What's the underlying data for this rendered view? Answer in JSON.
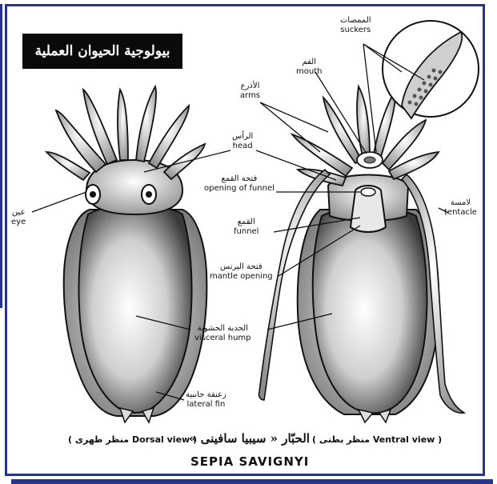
{
  "header": {
    "title": "بيولوجية الحيوان العملية"
  },
  "labels": {
    "suckers": {
      "ar": "الممصات",
      "en": "suckers"
    },
    "mouth": {
      "ar": "الفم",
      "en": "mouth"
    },
    "arms": {
      "ar": "الأذرع",
      "en": "arms"
    },
    "head": {
      "ar": "الرأس",
      "en": "head"
    },
    "eye": {
      "ar": "عين",
      "en": "eye"
    },
    "opening_of_funnel": {
      "ar": "فتحة القمع",
      "en": "opening of funnel"
    },
    "tentacle": {
      "ar": "لامسة",
      "en": "tentacle"
    },
    "funnel": {
      "ar": "القمع",
      "en": "funnel"
    },
    "mantle_opening": {
      "ar": "فتحة البرنس",
      "en": "mantle opening"
    },
    "visceral_hump": {
      "ar": "الحدبة الحشوية",
      "en": "visceral hump"
    },
    "lateral_fin": {
      "ar": "زعنفة جانبية",
      "en": "lateral fin"
    }
  },
  "caption": {
    "ventral": "( منظر بطنى Ventral view )",
    "species_ar": "الحبّار « سيبيا سافينى »",
    "dorsal": "( منظر ظهرى Dorsal view )",
    "species_en": "SEPIA SAVIGNYI"
  },
  "colors": {
    "border": "#27348b",
    "title_bg": "#0a0a0a",
    "ink": "#111111"
  }
}
